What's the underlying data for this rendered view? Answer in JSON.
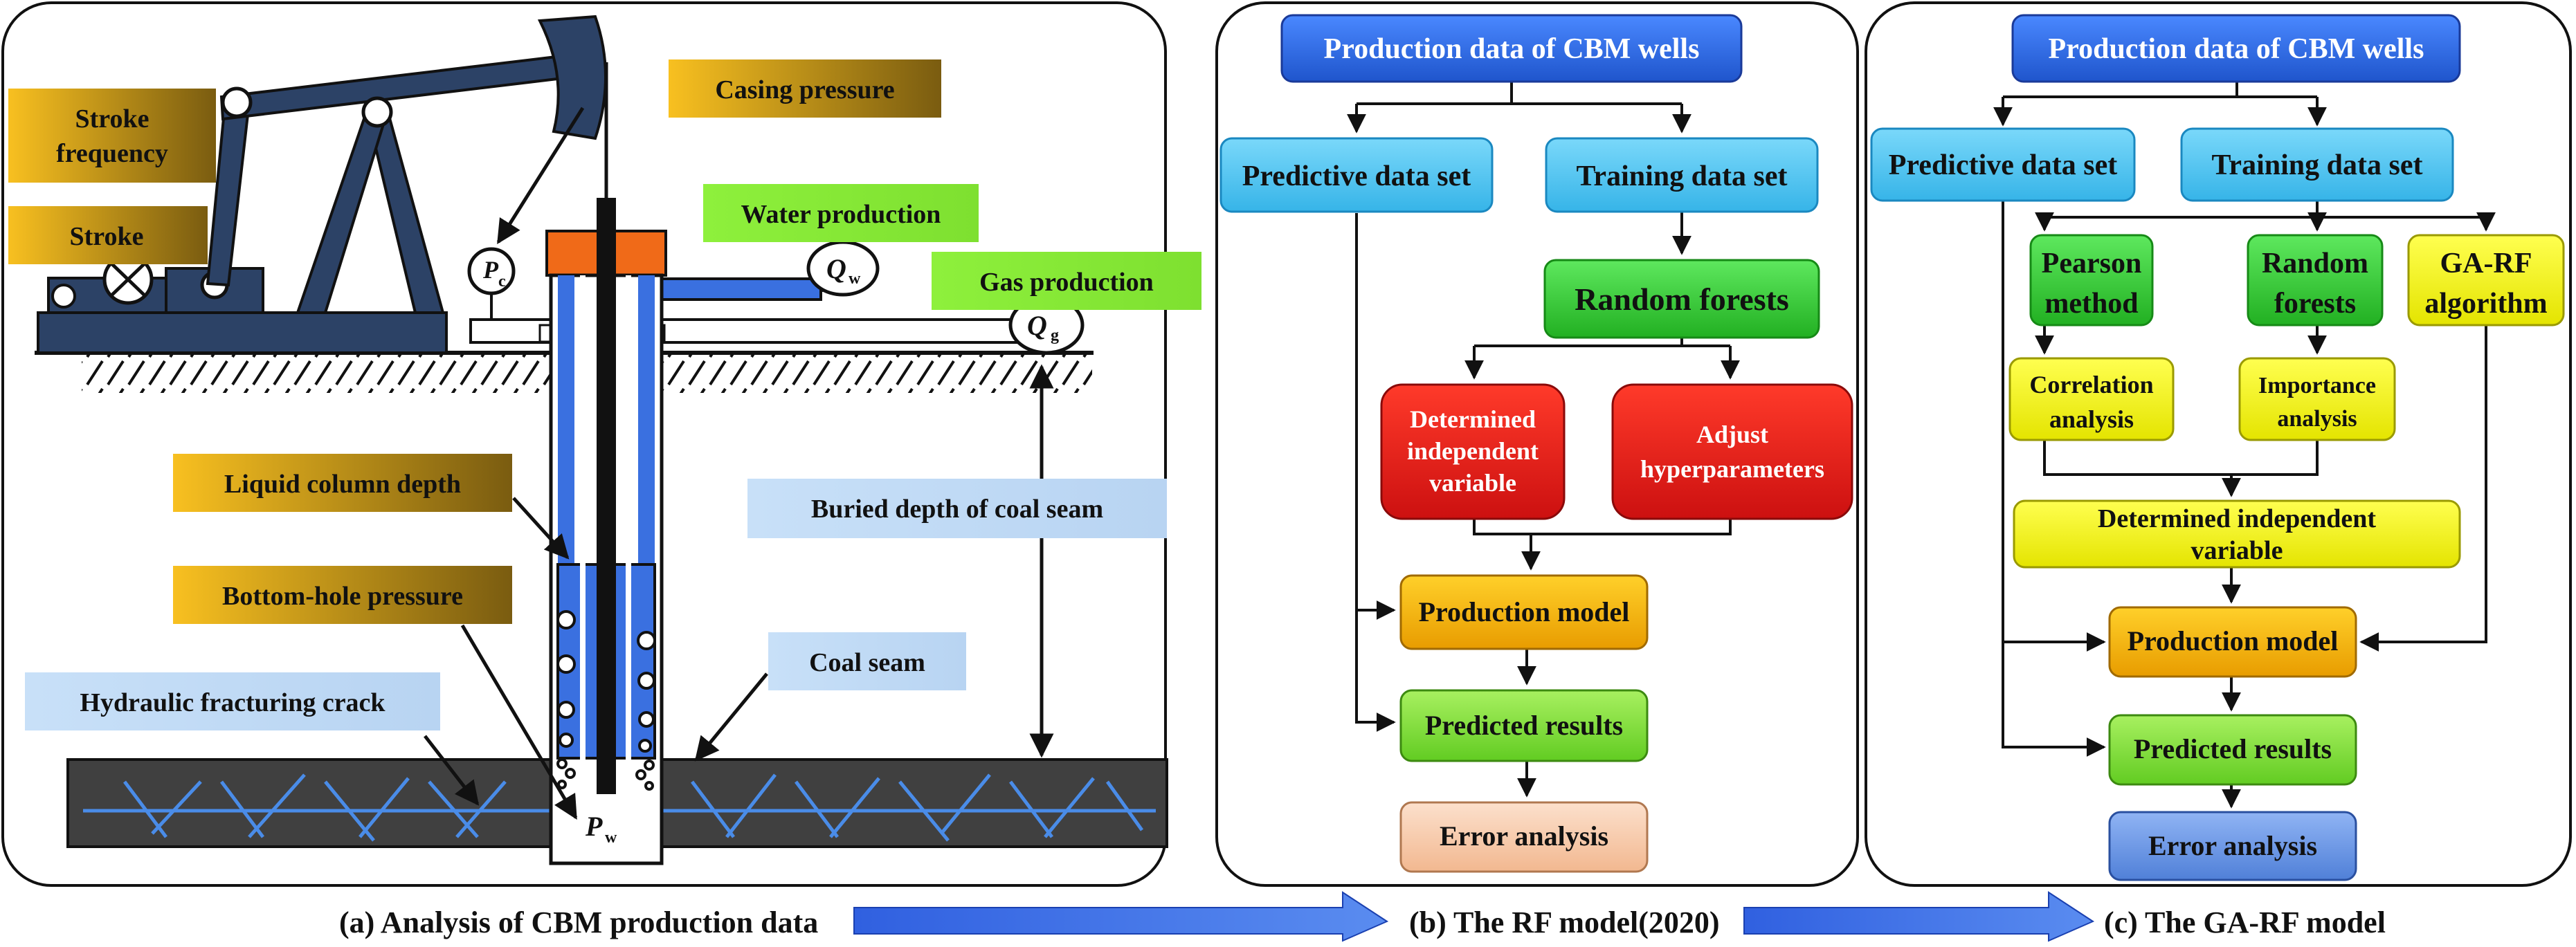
{
  "panel_a": {
    "labels": {
      "stroke_frequency_1": "Stroke",
      "stroke_frequency_2": "frequency",
      "stroke": "Stroke",
      "casing_pressure": "Casing pressure",
      "water_production": "Water production",
      "gas_production": "Gas production",
      "liquid_column_depth": "Liquid column depth",
      "bottom_hole_pressure": "Bottom-hole pressure",
      "buried_depth": "Buried depth of coal seam",
      "coal_seam": "Coal seam",
      "hydraulic_crack": "Hydraulic fracturing crack"
    },
    "symbols": {
      "pc_main": "P",
      "pc_sub": "c",
      "qw_main": "Q",
      "qw_sub": "w",
      "qg_main": "Q",
      "qg_sub": "g",
      "pw_main": "P",
      "pw_sub": "w"
    },
    "caption": "(a) Analysis of CBM production data"
  },
  "panel_b": {
    "production_data": "Production data of CBM wells",
    "predictive": "Predictive data set",
    "training": "Training data set",
    "random_forests": "Random forests",
    "determined_1": "Determined",
    "determined_2": "independent",
    "determined_3": "variable",
    "adjust_1": "Adjust",
    "adjust_2": "hyperparameters",
    "production_model": "Production model",
    "predicted_results": "Predicted results",
    "error_analysis": "Error analysis",
    "caption": "(b) The RF model(2020)"
  },
  "panel_c": {
    "production_data": "Production data of CBM wells",
    "predictive": "Predictive data set",
    "training": "Training data set",
    "pearson_1": "Pearson",
    "pearson_2": "method",
    "rf_1": "Random",
    "rf_2": "forests",
    "ga_1": "GA-RF",
    "ga_2": "algorithm",
    "corr_1": "Correlation",
    "corr_2": "analysis",
    "imp_1": "Importance",
    "imp_2": "analysis",
    "det_1": "Determined independent",
    "det_2": "variable",
    "production_model": "Production model",
    "predicted_results": "Predicted results",
    "error_analysis": "Error analysis",
    "caption": "(c)  The GA-RF model"
  },
  "colors": {
    "blue_box": "#2f6fe8",
    "cyan_box": "#4fc4f0",
    "green_box": "#3ccf3c",
    "red_box": "#e8201c",
    "orange_box": "#f4b000",
    "lime_box": "#7fe43a",
    "yellow_box": "#f2f20e",
    "peach_box": "#f6c8a8",
    "steel_box": "#6c94e0",
    "label_gold": "#d4a020",
    "label_lime": "#8ef03c",
    "label_sky": "#c2dcf5",
    "pump_navy": "#2c4266",
    "well_blue": "#3a70e0",
    "tubing_black": "#111111",
    "seam_dark": "#404040",
    "crack_blue": "#4a8ce8",
    "wellhead_orange": "#f06a18",
    "arrow_blue": "#3b6ee6"
  }
}
